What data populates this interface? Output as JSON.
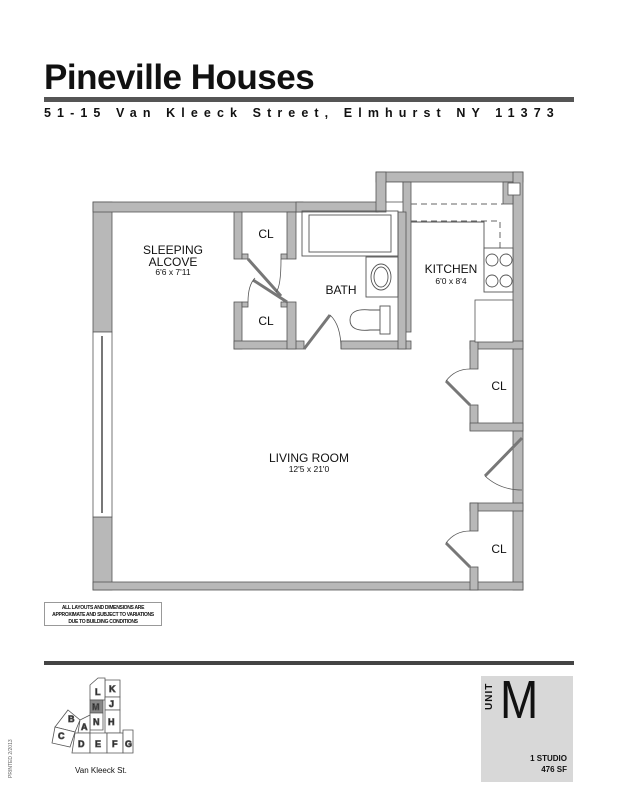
{
  "header": {
    "title": "Pineville Houses",
    "address": "51-15 Van Kleeck Street, Elmhurst NY 11373"
  },
  "floor_plan": {
    "rooms": [
      {
        "name": "SLEEPING",
        "name2": "ALCOVE",
        "dims": "6'6 x 7'11"
      },
      {
        "name": "BATH",
        "dims": ""
      },
      {
        "name": "KITCHEN",
        "dims": "6'0 x 8'4"
      },
      {
        "name": "LIVING ROOM",
        "dims": "12'5 x 21'0"
      }
    ],
    "closets": [
      "CL",
      "CL",
      "CL",
      "CL"
    ],
    "colors": {
      "wall": "#b8b8b8",
      "wall_stroke": "#555555",
      "unit_box": "#d8d8d8"
    }
  },
  "disclaimer": {
    "line1": "ALL LAYOUTS AND DIMENSIONS ARE",
    "line2": "APPROXIMATE AND SUBJECT TO VARIATIONS",
    "line3": "DUE TO BUILDING CONDITIONS"
  },
  "key_map": {
    "units": [
      "A",
      "B",
      "C",
      "D",
      "E",
      "F",
      "G",
      "H",
      "J",
      "K",
      "L",
      "M",
      "N"
    ],
    "highlighted": "M",
    "street": "Van Kleeck St."
  },
  "unit": {
    "word": "UNIT",
    "letter": "M",
    "type": "1 STUDIO",
    "area": "476 SF"
  },
  "printed": "PRINTED 2/2013"
}
